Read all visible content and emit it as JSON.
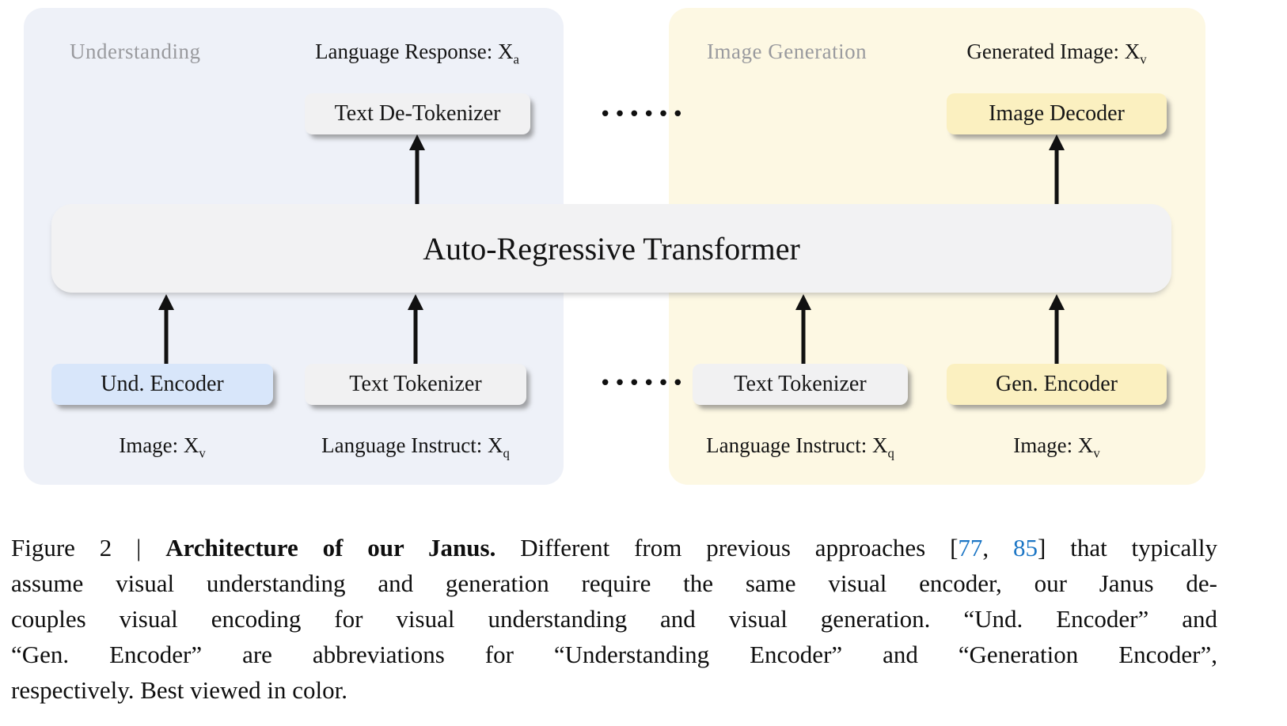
{
  "colors": {
    "panel_understanding_bg": "#eef1f8",
    "panel_generation_bg": "#fdf8e3",
    "box_gray_bg": "#f1f1f2",
    "box_blue_bg": "#d8e6fa",
    "box_yellow_bg": "#fbf0c0",
    "transformer_bg": "#f2f2f3",
    "section_label_gray": "#999a9e",
    "citation_blue": "#1c76c5",
    "arrow_black": "#111111"
  },
  "diagram": {
    "understanding_section_label": "Understanding",
    "generation_section_label": "Image Generation",
    "language_response": {
      "text": "Language Response: X",
      "sub": "a"
    },
    "generated_image": {
      "text": "Generated Image: X",
      "sub": "v"
    },
    "text_detokenizer_label": "Text De-Tokenizer",
    "image_decoder_label": "Image Decoder",
    "transformer_label": "Auto-Regressive Transformer",
    "und_encoder_label": "Und. Encoder",
    "text_tokenizer_left_label": "Text Tokenizer",
    "text_tokenizer_right_label": "Text Tokenizer",
    "gen_encoder_label": "Gen. Encoder",
    "image_input_left": {
      "text": "Image: X",
      "sub": "v"
    },
    "language_instruct_left": {
      "text": "Language Instruct: X",
      "sub": "q"
    },
    "language_instruct_right": {
      "text": "Language Instruct: X",
      "sub": "q"
    },
    "image_input_right": {
      "text": "Image: X",
      "sub": "v"
    },
    "ellipsis_top": "••••••",
    "ellipsis_bottom": "••••••"
  },
  "caption": {
    "figure_label": "Figure 2 | ",
    "bold_title": "Architecture of our Janus.",
    "after_bold": " Different from previous approaches [",
    "cite1": "77",
    "cite_sep": ", ",
    "cite2": "85",
    "line1_end": "] that typically",
    "line2": "assume visual understanding and generation require the same visual encoder, our Janus de-",
    "line3": "couples visual encoding for visual understanding and visual generation. “Und. Encoder” and",
    "line4": "“Gen. Encoder” are abbreviations for “Understanding Encoder” and “Generation Encoder”,",
    "line5": "respectively. Best viewed in color."
  }
}
